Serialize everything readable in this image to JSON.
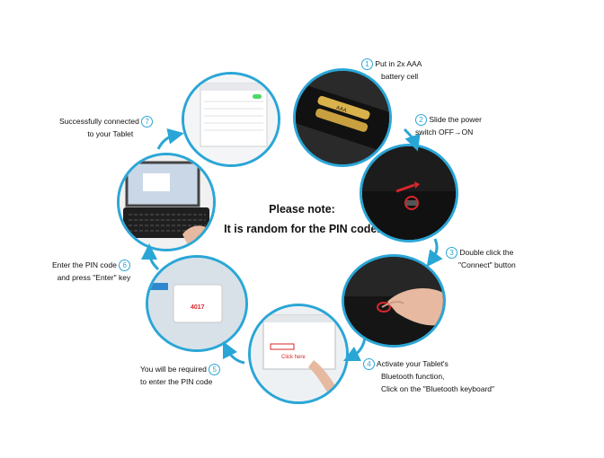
{
  "note": {
    "line1": "Please note:",
    "line2": "It is random for the PIN code."
  },
  "colors": {
    "accent": "#2aa6d6",
    "red": "#d9262b",
    "dark": "#1b1b1b"
  },
  "steps": [
    {
      "num": "1",
      "line1": "Put in 2x AAA",
      "line2": "battery cell"
    },
    {
      "num": "2",
      "line1": "Slide the power",
      "line2": "switch OFF→ON"
    },
    {
      "num": "3",
      "line1": "Double click the",
      "line2": "\"Connect\" button"
    },
    {
      "num": "4",
      "line1": "Activate your Tablet's",
      "line2": "Bluetooth function,",
      "line3": "Click on the \"Bluetooth keyboard\""
    },
    {
      "num": "5",
      "line1": "You will be required",
      "line2": "to enter the PIN code"
    },
    {
      "num": "6",
      "line1": "Enter the PIN code",
      "line2": "and press \"Enter\" key"
    },
    {
      "num": "7",
      "line1": "Successfully connected",
      "line2": "to your Tablet"
    }
  ],
  "images": {
    "battery_label": "AAA",
    "click_here": "Click here",
    "pin_value": "4017",
    "settings_title": "Bluetooth"
  }
}
